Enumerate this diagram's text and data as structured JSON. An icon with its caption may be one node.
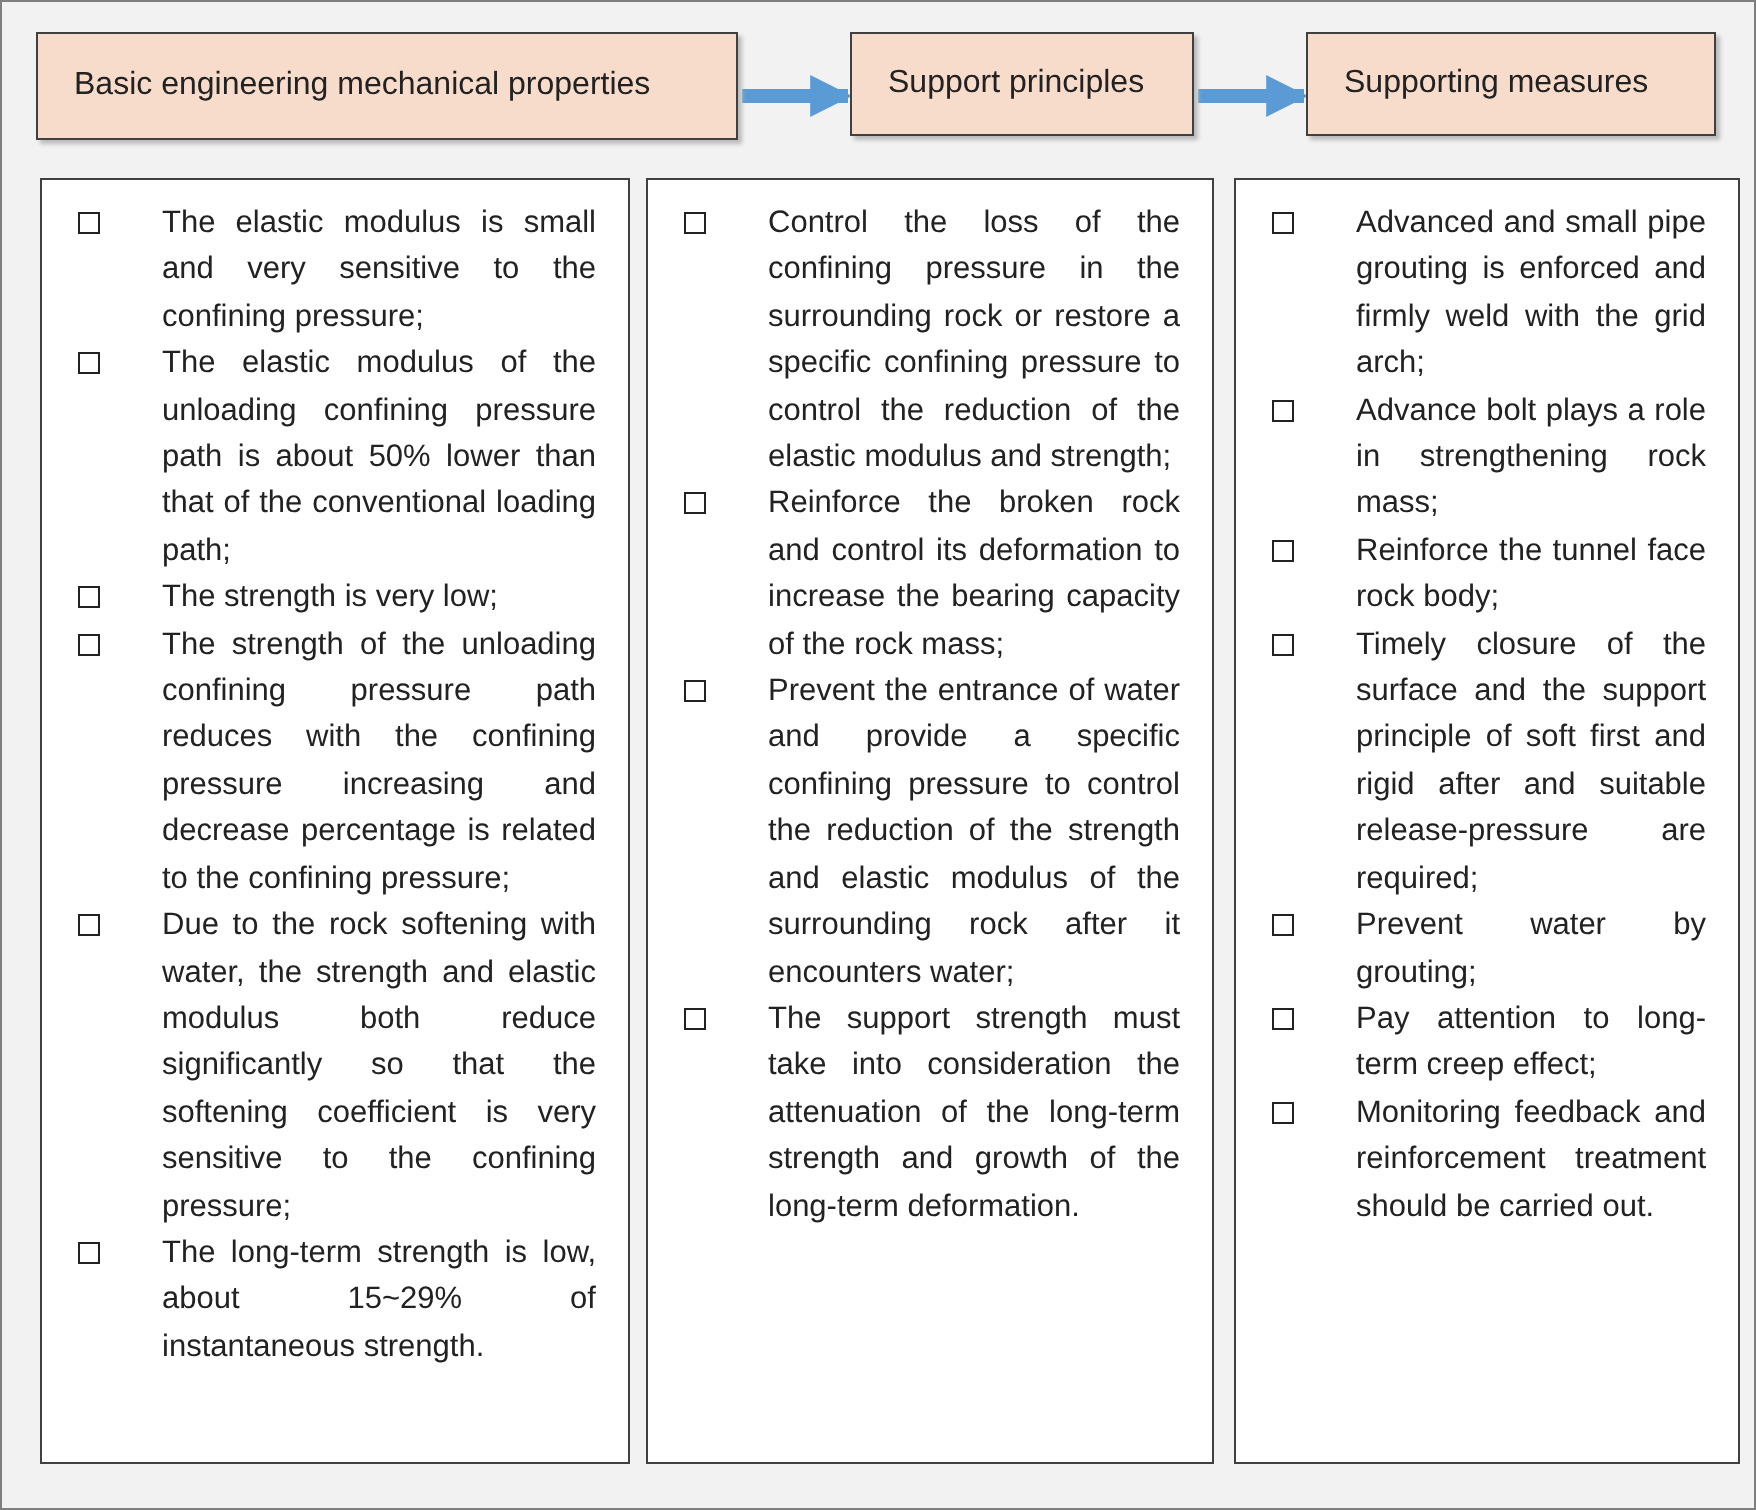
{
  "diagram": {
    "nodes": [
      {
        "text": [
          "Basic engineering mechanical properties"
        ]
      },
      {
        "text": [
          "Support principles"
        ]
      },
      {
        "text": [
          "Supporting measures"
        ]
      },
      {
        "text": [
          "The elastic modulus is small and very sensitive to the confining pressure;",
          "The elastic modulus of the unloading confining pressure path is about 50% lower than that of the conventional loading path;",
          "The strength is very low;",
          "The strength of the unloading confining pressure path reduces with the confining pressure increasing and decrease percentage is related to the confining pressure;",
          "Due to the rock softening with water, the strength and elastic modulus both reduce significantly so that the softening coefficient is very sensitive to the confining pressure;",
          "The long-term strength is low, about 15~29% of instantaneous strength."
        ]
      },
      {
        "text": [
          "Control the loss of the confining pressure in the surrounding rock or restore a specific confining pressure to control the reduction of the elastic modulus and strength;",
          "Reinforce the broken rock and control its deformation to increase the bearing capacity of the rock mass;",
          "Prevent the entrance of water and provide a specific confining pressure to control the reduction of the strength and elastic modulus of the surrounding rock after it encounters water;",
          "The support strength must take into consideration the attenuation of the long-term strength and growth of the long-term deformation."
        ]
      },
      {
        "text": [
          "Advanced and small pipe grouting is enforced and firmly weld with the grid arch;",
          "Advance bolt plays a role in strengthening rock mass;",
          "Reinforce the tunnel face rock body;",
          "Timely closure of the surface and the support principle of soft first and rigid after and suitable release-pressure are required;",
          "Prevent water by grouting;",
          "Pay attention to long-term creep effect;",
          "Monitoring feedback and reinforcement treatment should be carried out."
        ]
      }
    ],
    "edges": [
      {
        "from": 0,
        "to": 1,
        "arrow": "to"
      },
      {
        "from": 1,
        "to": 2,
        "arrow": "to"
      }
    ]
  }
}
